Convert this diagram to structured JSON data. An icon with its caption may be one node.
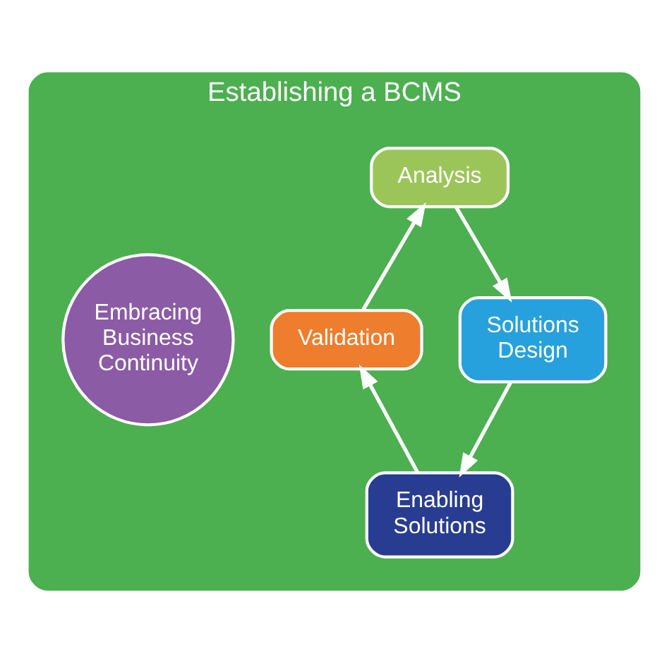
{
  "diagram": {
    "nodes": [
      {
        "text": [
          "Establishing a BCMS"
        ]
      },
      {
        "text": [
          "Analysis"
        ],
        "in": 0
      },
      {
        "text": [
          "Validation"
        ],
        "in": 0
      },
      {
        "text": [
          "Embracing Business Continuity"
        ],
        "in": 0
      },
      {
        "text": [
          "Solutions Design"
        ],
        "in": 0
      },
      {
        "text": [
          "Enabling Solutions"
        ],
        "in": 0
      }
    ],
    "edges": [
      {
        "from": 2,
        "to": 1,
        "arrow": "to"
      },
      {
        "from": 1,
        "to": 4,
        "arrow": "to"
      },
      {
        "from": 4,
        "to": 5,
        "arrow": "to"
      },
      {
        "from": 5,
        "to": 2,
        "arrow": "to"
      }
    ]
  }
}
